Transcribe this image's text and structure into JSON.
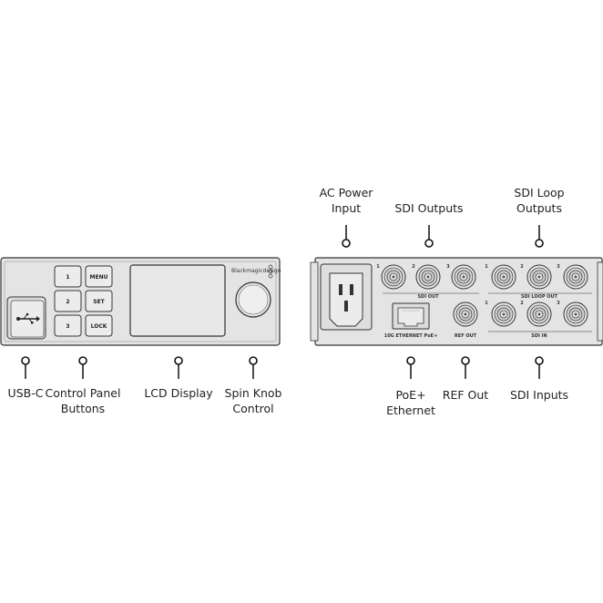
{
  "front_labels": {
    "usb_c": "USB-C",
    "control_panel_1": "Control Panel",
    "control_panel_2": "Buttons",
    "lcd": "LCD Display",
    "spin_1": "Spin Knob",
    "spin_2": "Control"
  },
  "rear_labels": {
    "ac_1": "AC Power",
    "ac_2": "Input",
    "sdi_outputs": "SDI Outputs",
    "sdi_loop_1": "SDI Loop",
    "sdi_loop_2": "Outputs",
    "poe_1": "PoE+",
    "poe_2": "Ethernet",
    "ref_out": "REF Out",
    "sdi_inputs": "SDI Inputs"
  },
  "front_panel": {
    "buttons": [
      "1",
      "MENU",
      "2",
      "SET",
      "3",
      "LOCK"
    ],
    "brand": "Blackmagicdesign"
  },
  "rear_panel": {
    "sdi_out_label": "SDI OUT",
    "sdi_loop_out_label": "SDI LOOP OUT",
    "ethernet_label": "10G ETHERNET PoE+",
    "ref_out_label": "REF OUT",
    "sdi_in_label": "SDI IN",
    "port_numbers": [
      "1",
      "2",
      "3"
    ]
  },
  "colors": {
    "panel": "#e4e4e4",
    "outline": "#333333",
    "connector": "#cfcfcf"
  }
}
